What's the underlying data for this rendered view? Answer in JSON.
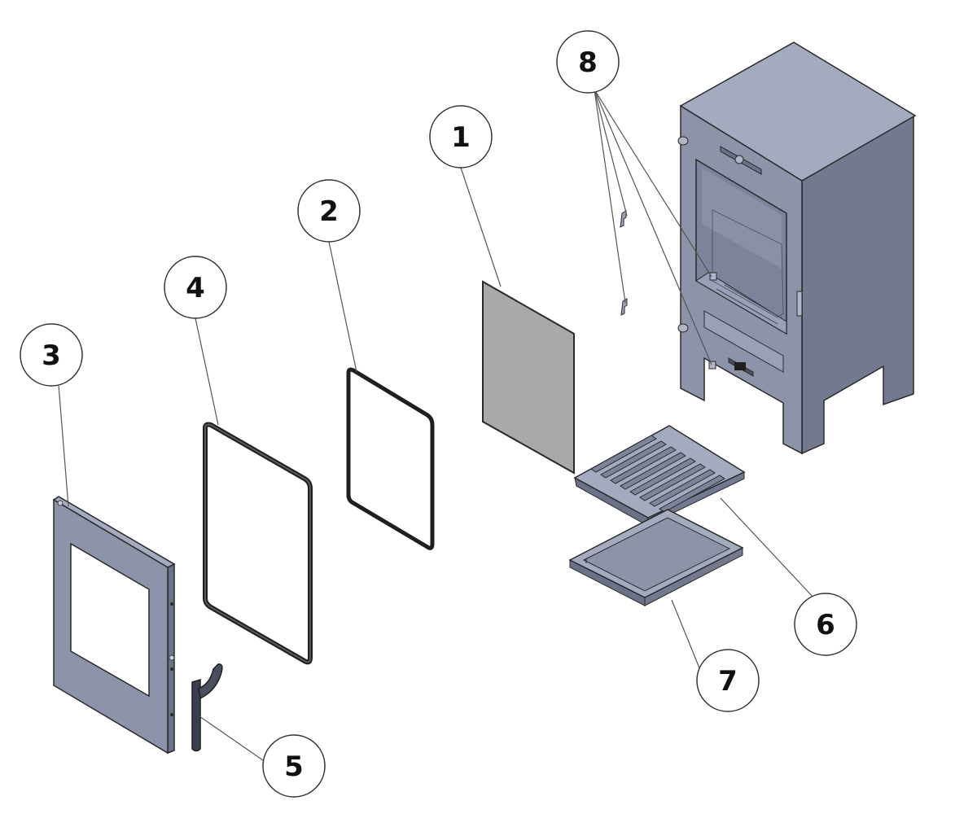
{
  "diagram": {
    "type": "exploded-parts-view",
    "subject": "wood-burning-stove"
  },
  "callouts": [
    {
      "id": "1",
      "label": "1"
    },
    {
      "id": "2",
      "label": "2"
    },
    {
      "id": "3",
      "label": "3"
    },
    {
      "id": "4",
      "label": "4"
    },
    {
      "id": "5",
      "label": "5"
    },
    {
      "id": "6",
      "label": "6"
    },
    {
      "id": "7",
      "label": "7"
    },
    {
      "id": "8",
      "label": "8"
    }
  ],
  "colors": {
    "metal_light": "#a4abbf",
    "metal_mid": "#8d94aa",
    "metal_dark": "#737a90",
    "glass": "#a9a9a9",
    "gasket": "#1f1f1f",
    "outline": "#2a2a2a",
    "circle_stroke": "#333333"
  }
}
